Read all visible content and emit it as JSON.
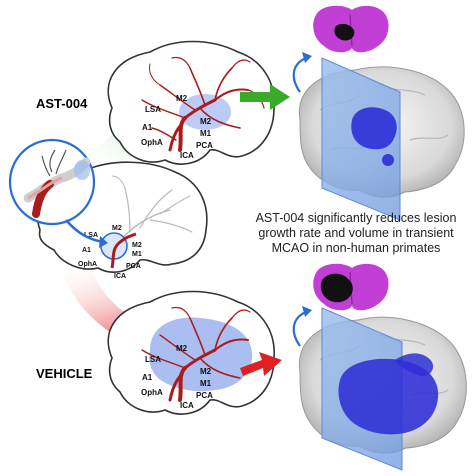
{
  "conditions": {
    "treatment": "AST-004",
    "control": "VEHICLE"
  },
  "caption": "AST-004 significantly reduces lesion growth rate and volume in transient MCAO in non-human primates",
  "vessel_labels": {
    "m2_upper": "M2",
    "lsa": "LSA",
    "m2_lower": "M2",
    "a1": "A1",
    "m1": "M1",
    "opha": "OphA",
    "pca": "PCA",
    "ica": "ICA"
  },
  "colors": {
    "lesion_blue": "#3f3fd8",
    "brain_slice_magenta": "#c23fd6",
    "arrow_green": "#3aaa2a",
    "arrow_red": "#e02020",
    "arrow_blue": "#2a6fd0",
    "artery_red": "#a81c1c"
  }
}
